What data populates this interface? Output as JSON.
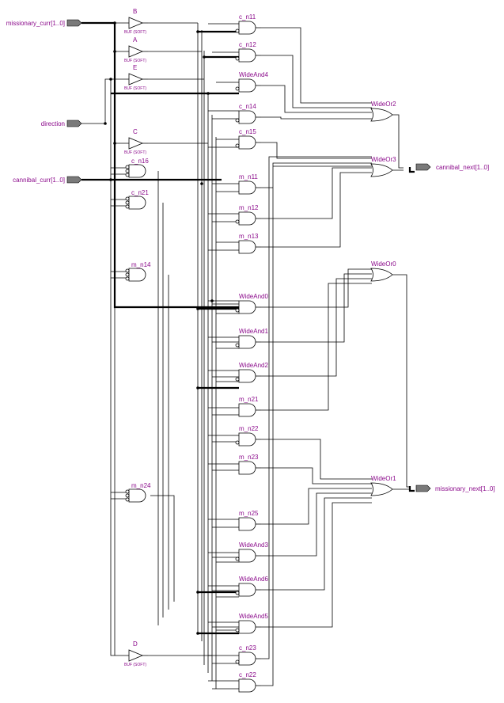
{
  "inputs": {
    "missionary": "missionary_curr[1..0]",
    "direction": "direction",
    "cannibal": "cannibal_curr[1..0]"
  },
  "outputs": {
    "cannibal": "cannibal_next[1..0]",
    "missionary": "missionary_next[1..0]"
  },
  "buffers": [
    {
      "name": "B",
      "type": "BUF (SOFT)"
    },
    {
      "name": "A",
      "type": "BUF (SOFT)"
    },
    {
      "name": "E",
      "type": "BUF (SOFT)"
    },
    {
      "name": "C",
      "type": "BUF (SOFT)"
    },
    {
      "name": "D",
      "type": "BUF (SOFT)"
    }
  ],
  "left_gates": [
    "c_n16",
    "c_n21",
    "m_n14",
    "m_n24"
  ],
  "and_gates": [
    "c_n11",
    "c_n12",
    "WideAnd4",
    "c_n14",
    "c_n15",
    "m_n11",
    "m_n12",
    "m_n13",
    "WideAnd0",
    "WideAnd1",
    "WideAnd2",
    "m_n21",
    "m_n22",
    "m_n23",
    "m_n25",
    "WideAnd3",
    "WideAnd6",
    "WideAnd5",
    "c_n23",
    "c_n22"
  ],
  "or_gates": [
    "WideOr2",
    "WideOr3",
    "WideOr0",
    "WideOr1"
  ]
}
